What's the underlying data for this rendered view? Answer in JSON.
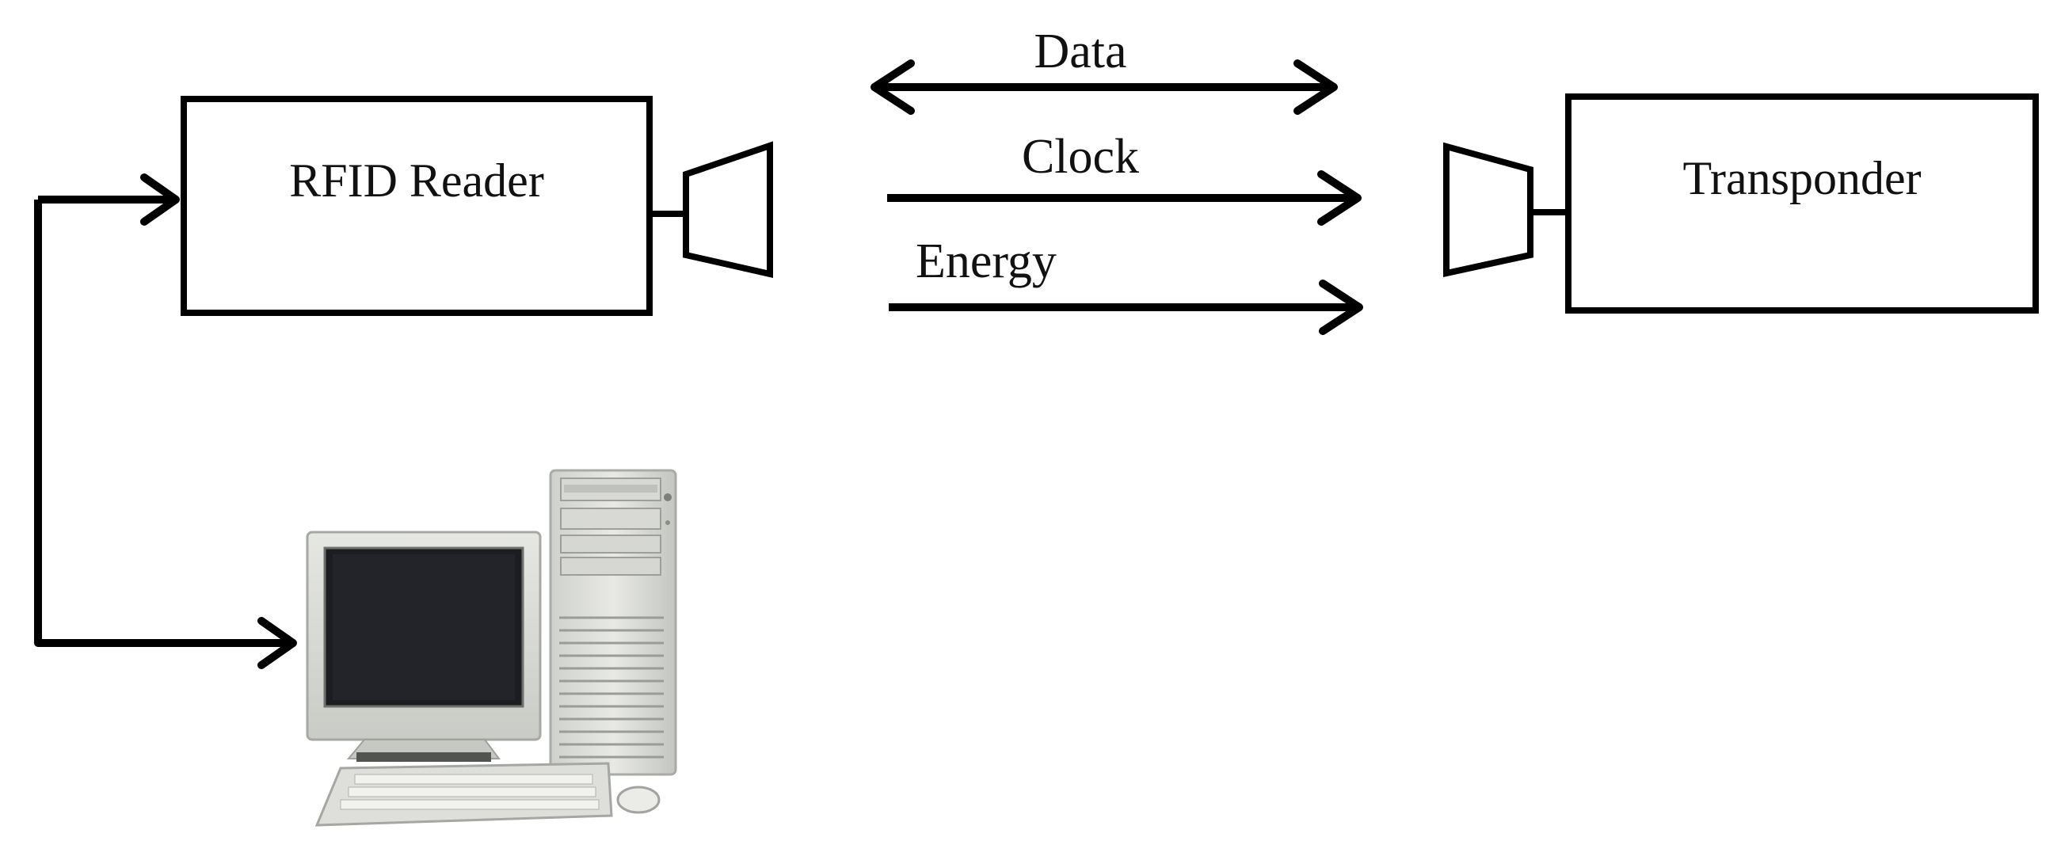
{
  "reader": {
    "label": "RFID Reader"
  },
  "transponder": {
    "label": "Transponder"
  },
  "signals": {
    "data": "Data",
    "clock": "Clock",
    "energy": "Energy"
  },
  "computer": {
    "icon": "desktop-computer-icon"
  },
  "colors": {
    "stroke": "#000000",
    "background": "#ffffff"
  }
}
